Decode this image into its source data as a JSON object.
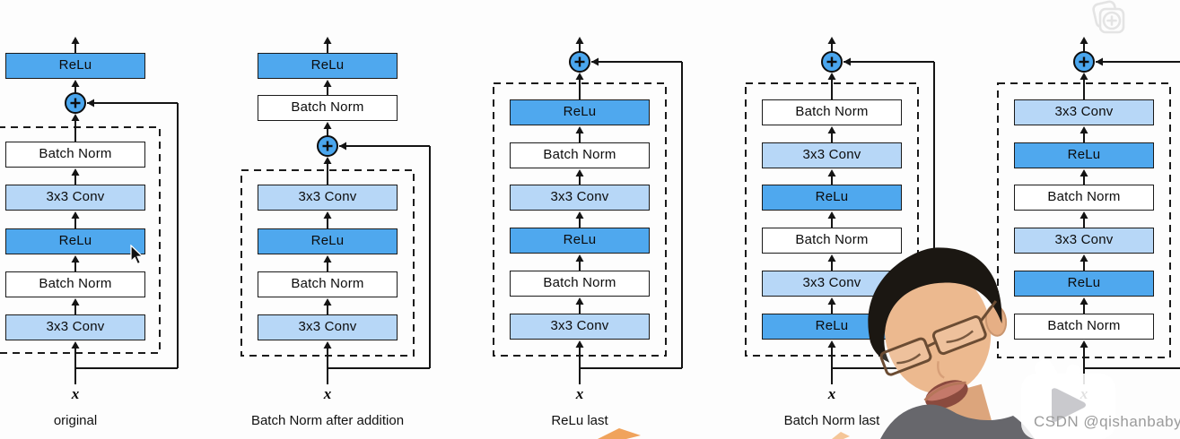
{
  "page": {
    "background": "#fdfdfd"
  },
  "diagram": {
    "block_fill_by_label": {
      "ReLu": "#4fa8ee",
      "3x3 Conv": "#b7d7f7",
      "Batch Norm": "#ffffff"
    },
    "add_symbol": "+",
    "columns": [
      {
        "label": "original",
        "input_label": "x",
        "above_box": [
          "ReLu"
        ],
        "in_box": [
          "Batch Norm",
          "3x3 Conv",
          "ReLu",
          "Batch Norm",
          "3x3 Conv"
        ]
      },
      {
        "label": "Batch Norm after addition",
        "input_label": "x",
        "above_box": [
          "ReLu",
          "Batch Norm"
        ],
        "in_box": [
          "3x3 Conv",
          "ReLu",
          "Batch Norm",
          "3x3 Conv"
        ]
      },
      {
        "label": "ReLu last",
        "input_label": "x",
        "above_box": [],
        "in_box": [
          "ReLu",
          "Batch Norm",
          "3x3 Conv",
          "ReLu",
          "Batch Norm",
          "3x3 Conv"
        ]
      },
      {
        "label": "Batch Norm last",
        "input_label": "x",
        "above_box": [],
        "in_box": [
          "Batch Norm",
          "3x3 Conv",
          "ReLu",
          "Batch Norm",
          "3x3 Conv",
          "ReLu"
        ]
      },
      {
        "label": "",
        "input_label": "x",
        "above_box": [],
        "in_box": [
          "3x3 Conv",
          "ReLu",
          "Batch Norm",
          "3x3 Conv",
          "ReLu",
          "Batch Norm"
        ]
      }
    ]
  },
  "overlays": {
    "watermark": "CSDN @qishanbaby",
    "colors": {
      "relu_blue": "#4fa8ee",
      "conv_blue": "#b7d7f7",
      "circle_blue": "#4aa6ee",
      "orange_pointer": "#f0a35c",
      "watermark_gray": "#9b9b9b"
    }
  }
}
